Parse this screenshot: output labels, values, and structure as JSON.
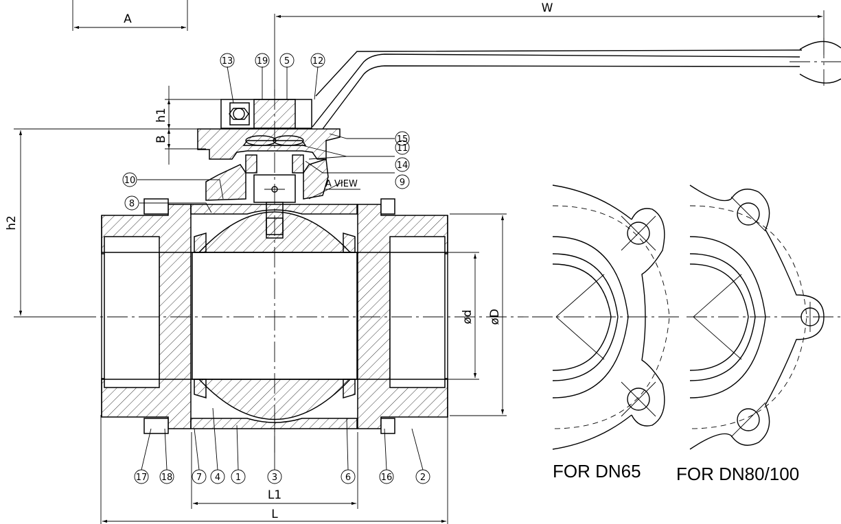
{
  "dimensions": {
    "A": "A",
    "W": "W",
    "h1": "h1",
    "B": "B",
    "h2": "h2",
    "d": "ød",
    "D": "øD",
    "L1": "L1",
    "L": "L"
  },
  "view_label": "A VIEW",
  "balloons": {
    "b13": "13",
    "b19": "19",
    "b5": "5",
    "b12": "12",
    "b15": "15",
    "b11": "11",
    "b14": "14",
    "b9": "9",
    "b10": "10",
    "b8": "8",
    "b17": "17",
    "b18": "18",
    "b7": "7",
    "b4": "4",
    "b1": "1",
    "b3": "3",
    "b6": "6",
    "b16": "16",
    "b2": "2"
  },
  "captions": {
    "dn65": "FOR DN65",
    "dn80": "FOR DN80/100"
  }
}
